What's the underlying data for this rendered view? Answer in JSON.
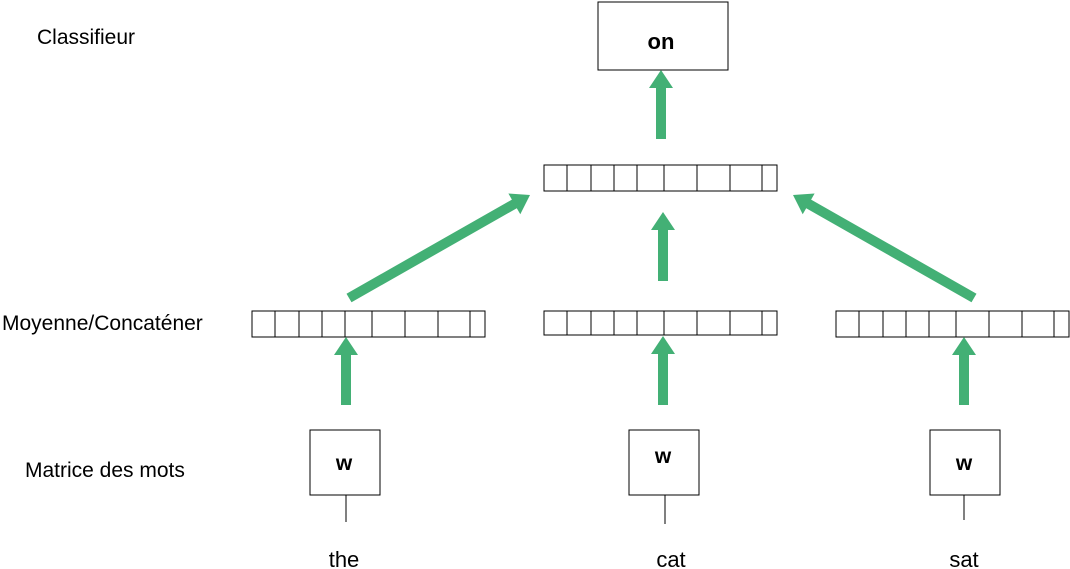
{
  "labels": {
    "classifier": "Classifieur",
    "combine": "Moyenne/Concaténer",
    "word_matrix": "Matrice des mots"
  },
  "output": {
    "label": "on"
  },
  "matrix_symbol": "w",
  "words": [
    "the",
    "cat",
    "sat"
  ],
  "colors": {
    "arrow": "#43b075",
    "stroke": "#000000",
    "background": "#ffffff"
  }
}
